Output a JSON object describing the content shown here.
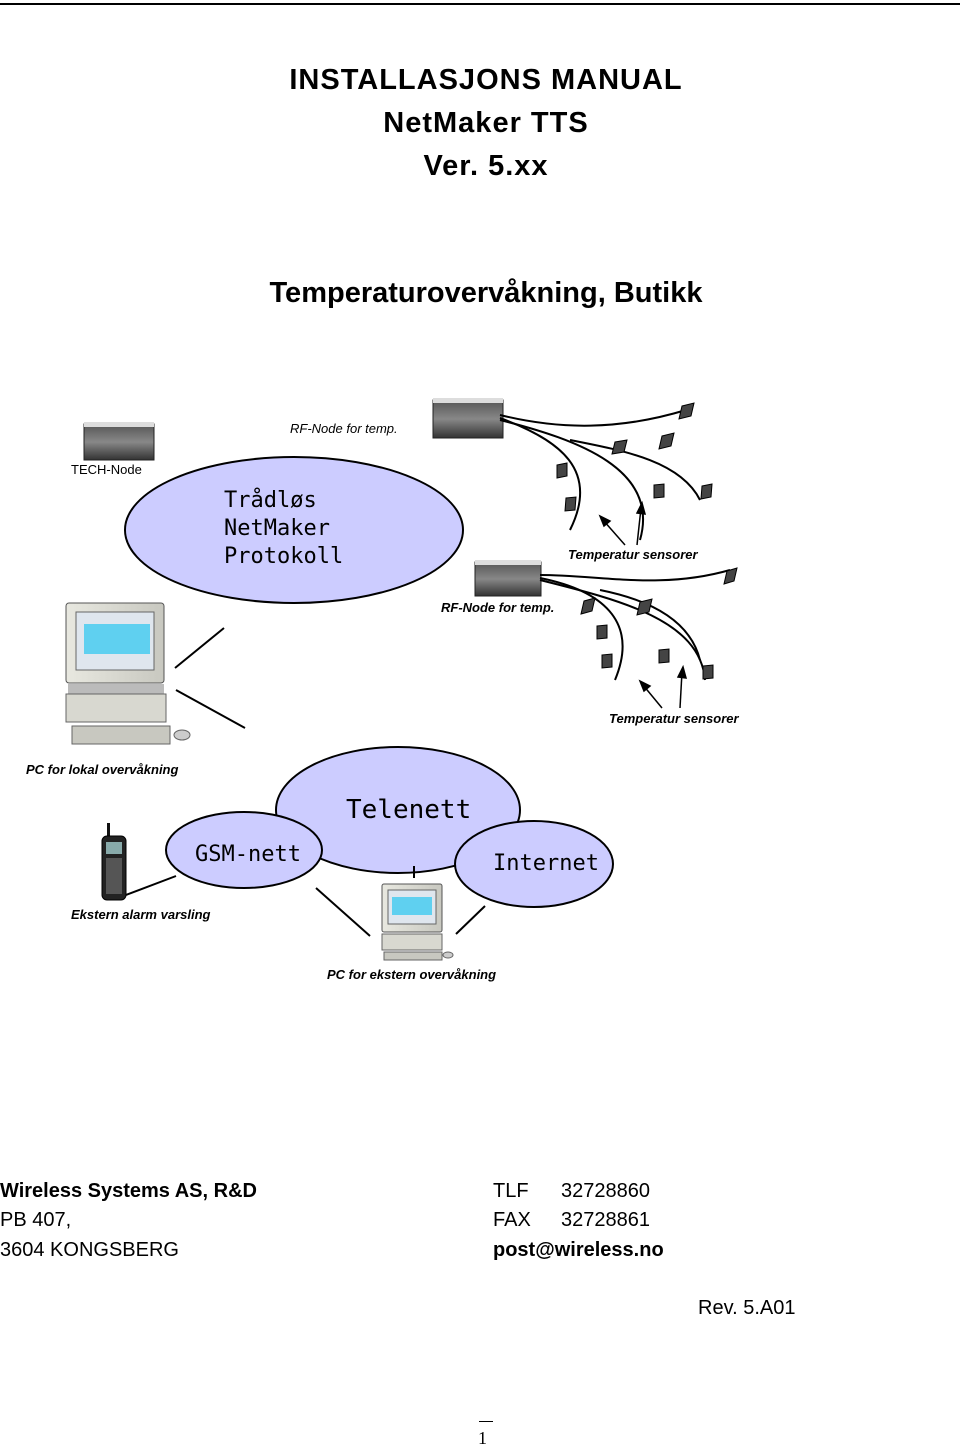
{
  "header": {
    "title_line1": "INSTALLASJONS MANUAL",
    "title_line2": "NetMaker TTS",
    "title_line3": "Ver. 5.xx",
    "subtitle": "Temperaturovervåkning, Butikk"
  },
  "diagram": {
    "rf_node_top": "RF-Node for temp.",
    "tech_node": "TECH-Node",
    "wireless_cloud": [
      "Trådløs",
      "NetMaker",
      "Protokoll"
    ],
    "temp_sensors_top": "Temperatur sensorer",
    "rf_node_bottom": "RF-Node for temp.",
    "temp_sensors_bottom": "Temperatur sensorer",
    "pc_local": "PC for lokal overvåkning",
    "telenett": "Telenett",
    "gsm_nett": "GSM-nett",
    "internet": "Internet",
    "alarm": "Ekstern alarm varsling",
    "pc_external": "PC for ekstern overvåkning",
    "cloud_color": "#ccccff"
  },
  "footer": {
    "company": "Wireless Systems AS, R&D",
    "address1": "PB 407,",
    "address2": "3604 KONGSBERG",
    "tlf_label": "TLF",
    "tlf_value": "32728860",
    "fax_label": "FAX",
    "fax_value": "32728861",
    "email": "post@wireless.no",
    "revision": "Rev. 5.A01",
    "page_number": "1"
  }
}
